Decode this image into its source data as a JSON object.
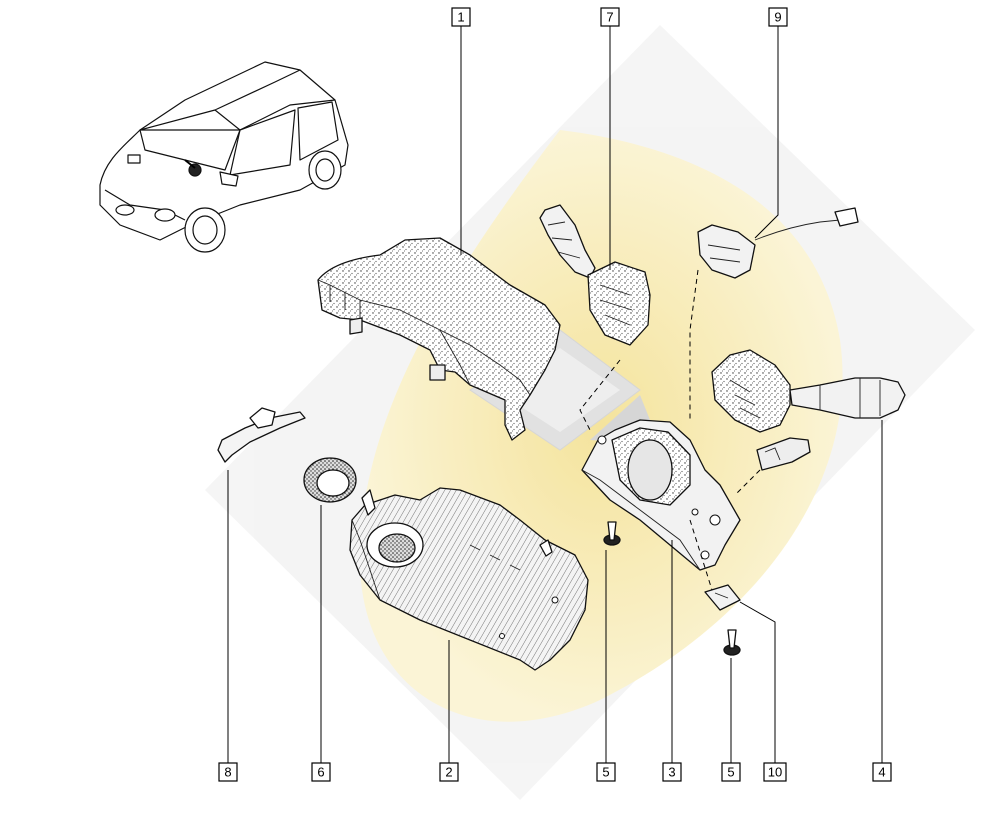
{
  "callouts": {
    "c1": "1",
    "c2": "2",
    "c3": "3",
    "c4": "4",
    "c5a": "5",
    "c5b": "5",
    "c6": "6",
    "c7": "7",
    "c8": "8",
    "c9": "9",
    "c10": "10"
  },
  "colors": {
    "watermark_yellow": "#f6e7a8",
    "watermark_grey": "#e9e9e9",
    "line": "#111111"
  }
}
